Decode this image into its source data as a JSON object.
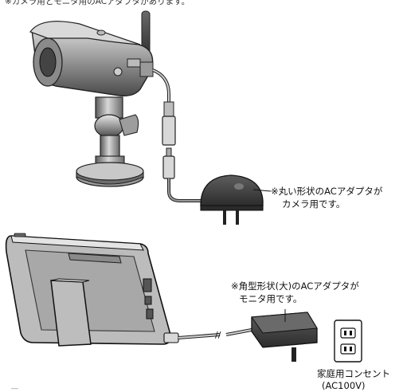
{
  "top_caption": "※カメラ用とモニタ用のACアダプタがあります。",
  "camera_adapter_note": {
    "line1": "※丸い形状のACアダプタが",
    "line2": "カメラ用です。"
  },
  "monitor_adapter_note": {
    "line1": "※角型形状(大)のACアダプタが",
    "line2": "モニタ用です。"
  },
  "outlet_label": {
    "line1": "家庭用コンセント",
    "line2": "(AC100V)"
  }
}
